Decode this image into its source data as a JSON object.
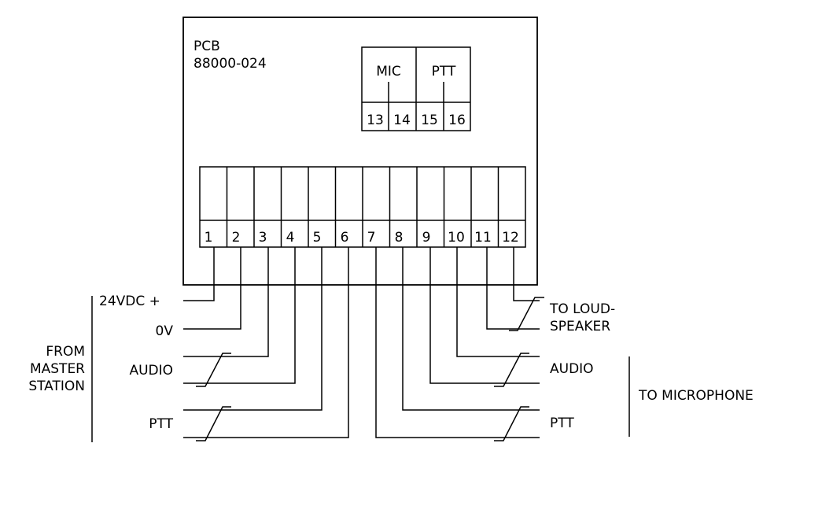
{
  "pcb": {
    "label": "PCB",
    "part_number": "88000-024"
  },
  "aux_block": {
    "groups": [
      "MIC",
      "PTT"
    ],
    "terminals": [
      "13",
      "14",
      "15",
      "16"
    ]
  },
  "terminal_strip": {
    "terminals": [
      "1",
      "2",
      "3",
      "4",
      "5",
      "6",
      "7",
      "8",
      "9",
      "10",
      "11",
      "12"
    ]
  },
  "left_labels": {
    "supply_plus": "24VDC +",
    "supply_zero": "0V",
    "audio": "AUDIO",
    "ptt": "PTT",
    "group": [
      "FROM",
      "MASTER",
      "STATION"
    ]
  },
  "right_labels": {
    "loudspeaker": [
      "TO LOUD-",
      "SPEAKER"
    ],
    "audio": "AUDIO",
    "ptt": "PTT",
    "group": "TO MICROPHONE"
  }
}
